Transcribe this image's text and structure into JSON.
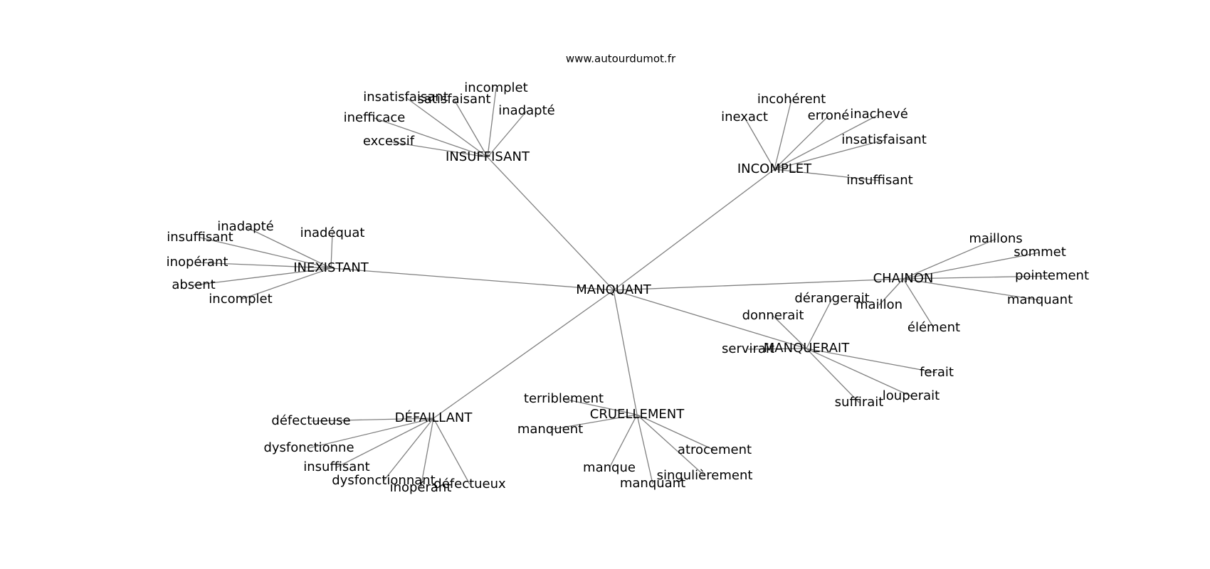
{
  "watermark": "www.autourdumot.fr",
  "edge_color": "#808080",
  "text_color": "#000000",
  "background": "#ffffff",
  "center": {
    "label": "MANQUANT"
  },
  "hubs": [
    {
      "id": "insuffisant",
      "label": "INSUFFISANT",
      "words": [
        "insatisfaisant",
        "satisfaisant",
        "incomplet",
        "inadapté",
        "inefficace",
        "excessif"
      ]
    },
    {
      "id": "incomplet",
      "label": "INCOMPLET",
      "words": [
        "incohérent",
        "inexact",
        "erroné",
        "inachevé",
        "insatisfaisant",
        "insuffisant"
      ]
    },
    {
      "id": "inexistant",
      "label": "INEXISTANT",
      "words": [
        "inadapté",
        "insuffisant",
        "inadéquat",
        "inopérant",
        "absent",
        "incomplet"
      ]
    },
    {
      "id": "chainon",
      "label": "CHAINON",
      "words": [
        "maillons",
        "sommet",
        "pointement",
        "maillon",
        "manquant",
        "élément"
      ]
    },
    {
      "id": "manquerait",
      "label": "MANQUERAIT",
      "words": [
        "dérangerait",
        "donnerait",
        "servirait",
        "ferait",
        "louperait",
        "suffirait"
      ]
    },
    {
      "id": "cruellement",
      "label": "CRUELLEMENT",
      "words": [
        "terriblement",
        "manquent",
        "atrocement",
        "manque",
        "singulièrement",
        "manquant"
      ]
    },
    {
      "id": "defaillant",
      "label": "DÉFAILLANT",
      "words": [
        "défectueuse",
        "dysfonctionne",
        "insuffisant",
        "dysfonctionnant",
        "inopérant",
        "défectueux"
      ]
    }
  ]
}
